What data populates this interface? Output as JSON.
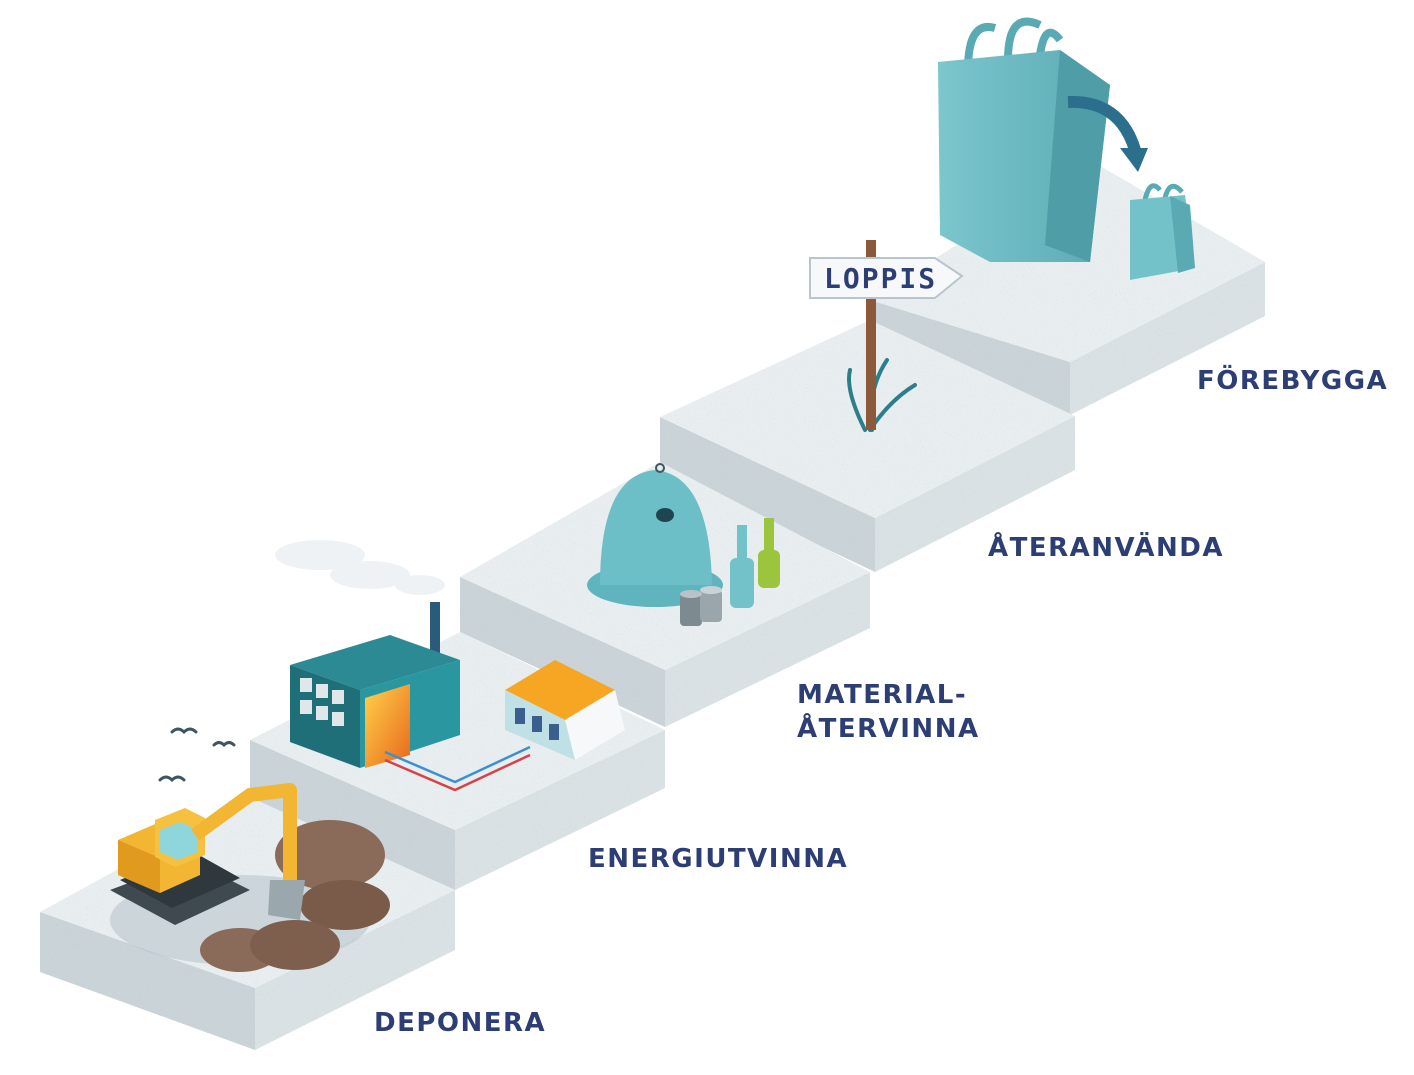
{
  "steps": [
    {
      "label": "DEPONERA"
    },
    {
      "label": "ENERGIUTVINNA"
    },
    {
      "label": "MATERIAL-",
      "label2": "ÅTERVINNA"
    },
    {
      "label": "ÅTERANVÄNDA"
    },
    {
      "label": "FÖREBYGGA"
    }
  ],
  "sign": {
    "text": "LOPPIS"
  },
  "colors": {
    "label_text": "#2c3e73",
    "platform_top": "#e8edf0",
    "platform_left": "#c9d3d8",
    "platform_front": "#d9e1e5",
    "accent_teal": "#5fb4bd",
    "excavator_yellow": "#f2b632",
    "roof_orange": "#f6a623",
    "bottle_green": "#9bc53d"
  },
  "icons": [
    "excavator-icon",
    "factory-icon",
    "house-icon",
    "recycling-dome-icon",
    "bottles-icon",
    "cans-icon",
    "signpost-icon",
    "shopping-bag-icon",
    "arrow-icon",
    "bird-icon"
  ]
}
